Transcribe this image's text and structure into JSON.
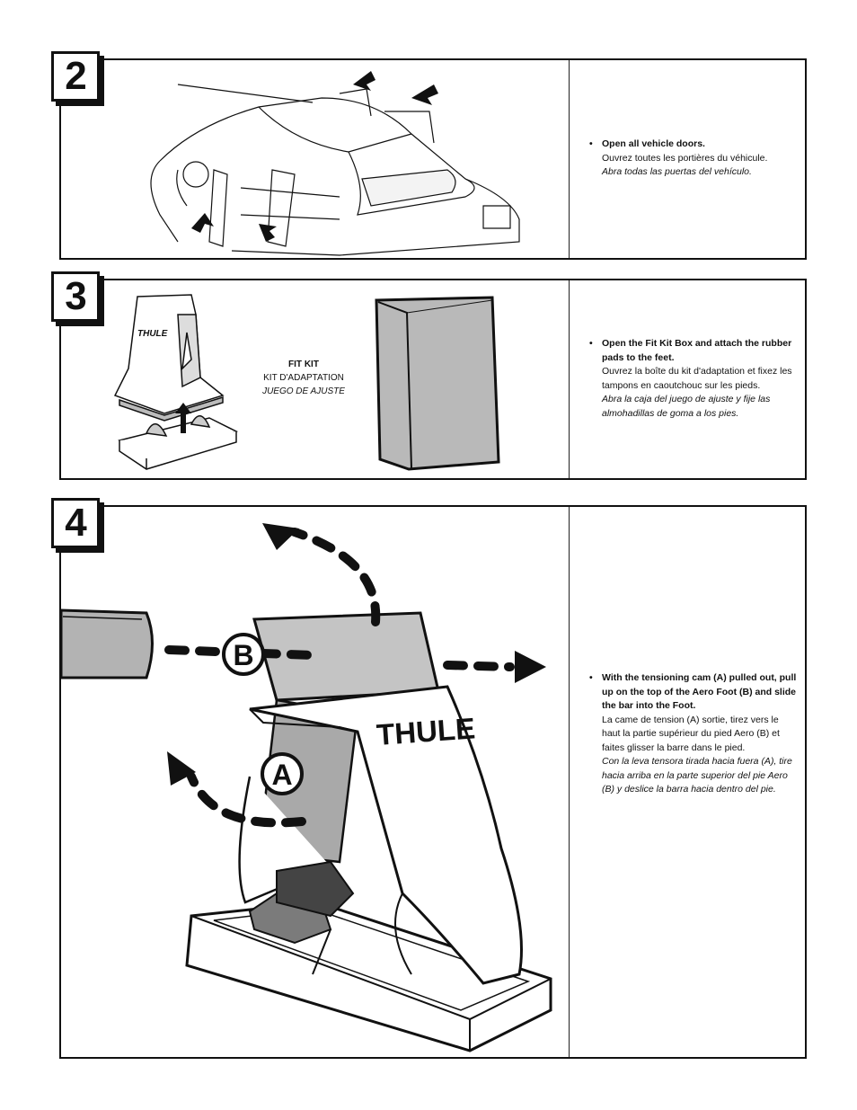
{
  "steps": [
    {
      "number": "2",
      "en": "Open all vehicle doors.",
      "fr": "Ouvrez toutes les portières du véhicule.",
      "es": "Abra todas las puertas del vehículo."
    },
    {
      "number": "3",
      "en": "Open the Fit Kit Box and attach the rubber pads to the feet.",
      "fr": "Ouvrez la boîte du kit d'adaptation et fixez les tampons en caoutchouc sur les pieds.",
      "es": "Abra la caja del juego de ajuste y fije las almohadillas de goma a los pies.",
      "fit_kit": {
        "en": "FIT KIT",
        "fr": "KIT D'ADAPTATION",
        "es": "JUEGO DE AJUSTE"
      }
    },
    {
      "number": "4",
      "en": "With the tensioning cam (A) pulled out, pull up on the top of the Aero Foot (B) and slide the bar into the Foot.",
      "fr": "La came de tension (A) sortie, tirez vers le haut la partie supérieur du pied Aero (B) et faites glisser la barre dans le pied.",
      "es": "Con la leva tensora tirada hacia fuera (A), tire hacia arriba en la parte superior del pie Aero (B) y deslice la barra hacia dentro del pie.",
      "label_a": "A",
      "label_b": "B"
    }
  ],
  "brand": "THULE"
}
